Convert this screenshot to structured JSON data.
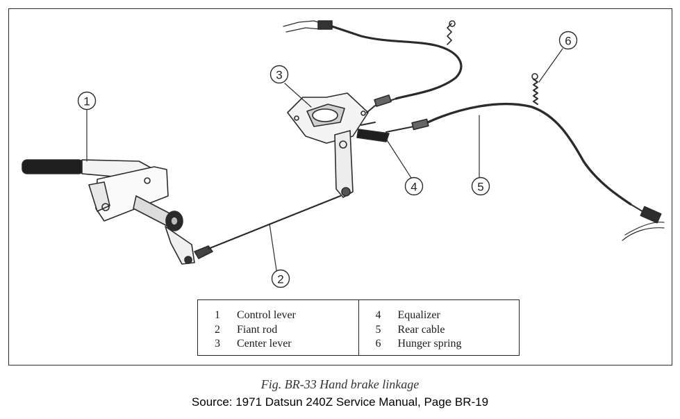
{
  "callouts": [
    "1",
    "2",
    "3",
    "4",
    "5",
    "6"
  ],
  "legend": {
    "left": [
      {
        "num": "1",
        "text": "Control lever"
      },
      {
        "num": "2",
        "text": "Fiant rod"
      },
      {
        "num": "3",
        "text": "Center lever"
      }
    ],
    "right": [
      {
        "num": "4",
        "text": "Equalizer"
      },
      {
        "num": "5",
        "text": "Rear cable"
      },
      {
        "num": "6",
        "text": "Hunger spring"
      }
    ]
  },
  "caption": "Fig. BR-33  Hand brake linkage",
  "source": "Source: 1971 Datsun 240Z Service Manual, Page BR-19"
}
